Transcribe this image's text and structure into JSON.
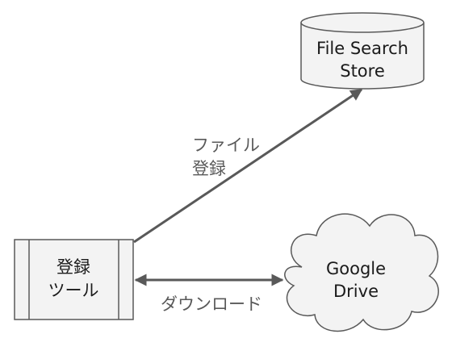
{
  "nodes": {
    "registration_tool": {
      "line1": "登録",
      "line2": "ツール"
    },
    "file_search_store": {
      "line1": "File Search",
      "line2": "Store"
    },
    "google_drive": {
      "line1": "Google",
      "line2": "Drive"
    }
  },
  "edges": {
    "file_registration": {
      "line1": "ファイル",
      "line2": "登録"
    },
    "download": {
      "label": "ダウンロード"
    }
  },
  "colors": {
    "node_fill": "#f3f3f3",
    "node_stroke": "#595959",
    "arrow": "#595959",
    "label_text": "#1a1a1a",
    "edge_text": "#595959"
  }
}
